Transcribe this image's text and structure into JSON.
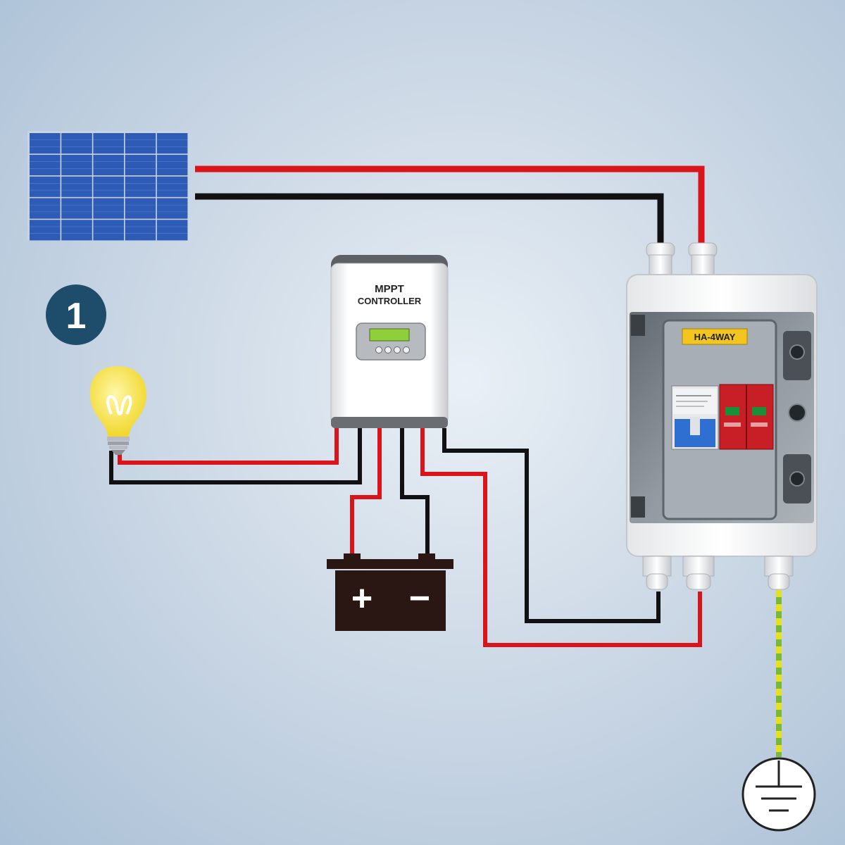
{
  "step_badge": {
    "number": "1"
  },
  "controller": {
    "line1": "MPPT",
    "line2": "CONTROLLER"
  },
  "combiner_box": {
    "label": "HA-4WAY"
  },
  "battery": {
    "positive": "+",
    "negative": "−"
  },
  "colors": {
    "wire_positive": "#d9141b",
    "wire_negative": "#111111",
    "wire_ground_green": "#7ab83a",
    "wire_ground_yellow": "#e6e020",
    "badge": "#1d4d6b",
    "panel_cell": "#2d5bb5",
    "bulb": "#f6e64a",
    "label_yellow": "#f3c51e",
    "breaker_blue": "#2f6fd1",
    "spd_red": "#c81e26",
    "battery": "#2a1612"
  },
  "icons": [
    "solar-panel-icon",
    "light-bulb-icon",
    "battery-icon",
    "ground-symbol-icon",
    "mppt-controller-icon",
    "combiner-box-icon"
  ]
}
